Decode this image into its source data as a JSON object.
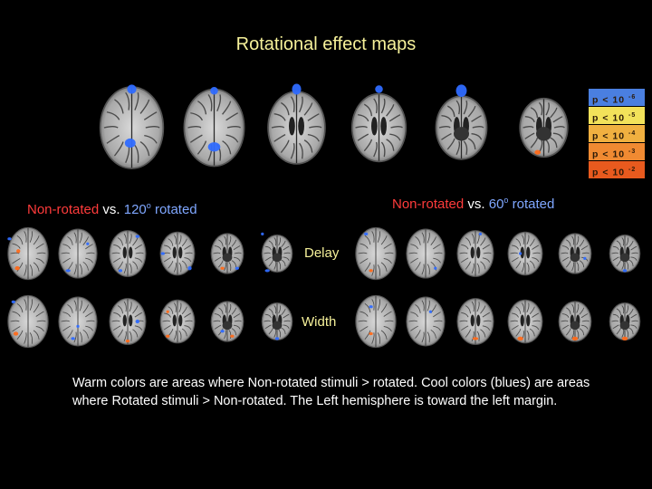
{
  "title": "Rotational effect maps",
  "legend": [
    {
      "prefix": "p < 10",
      "exp": "-6",
      "color": "#4a7fe0"
    },
    {
      "prefix": "p < 10",
      "exp": "-5",
      "color": "#f2e25a"
    },
    {
      "prefix": "p < 10",
      "exp": "-4",
      "color": "#f0b040"
    },
    {
      "prefix": "p < 10",
      "exp": "-3",
      "color": "#f08a32"
    },
    {
      "prefix": "p < 10",
      "exp": "-2",
      "color": "#e85a1e"
    }
  ],
  "left_comparison": {
    "part1": "Non-rotated",
    "part2": " vs. ",
    "part3": "120",
    "deg": "o",
    "part4": " rotated"
  },
  "right_comparison": {
    "part1": "Non-rotated",
    "part2": " vs. ",
    "part3": "60",
    "deg": "o",
    "part4": " rotated"
  },
  "row_labels": {
    "delay": "Delay",
    "width": "Width"
  },
  "caption": "Warm colors are areas where Non-rotated stimuli > rotated.  Cool colors (blues) are areas where Rotated stimuli > Non-rotated. The Left hemisphere is toward the left margin.",
  "colors": {
    "title": "#f6f19a",
    "warm": "#ff6a1a",
    "cool": "#2f6bff",
    "background": "#000000"
  }
}
